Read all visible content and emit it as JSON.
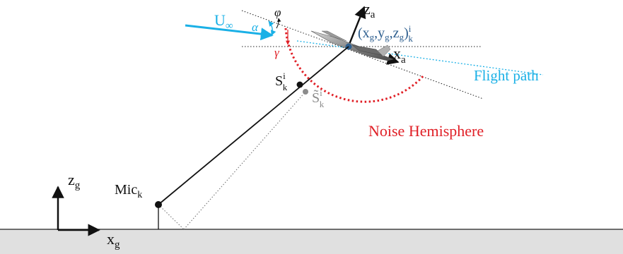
{
  "colors": {
    "cyan": "#1ab0e6",
    "red": "#e01f26",
    "blue_label": "#2e5f8f",
    "gray": "#8c8c8c",
    "black": "#111111",
    "ground": "#e0e0e0"
  },
  "labels": {
    "u_main": "U",
    "u_sub": "∞",
    "alpha": "α",
    "phi": "φ",
    "gamma": "γ",
    "za_main": "z",
    "za_sub": "a",
    "xa_main": "x",
    "xa_sub": "a",
    "coord_text": "(x",
    "coord_g1": "g",
    "coord_comma1": ",y",
    "coord_g2": "g",
    "coord_comma2": ",z",
    "coord_g3": "g",
    "coord_close": ")",
    "coord_sup": "i",
    "coord_sub": "k",
    "s_main": "S",
    "s_sup": "i",
    "s_sub": "k",
    "stilde_main": "S̃",
    "stilde_sup": "i",
    "stilde_sub": "k",
    "flight_path": "Flight path",
    "noise_hemisphere": "Noise Hemisphere",
    "mic_main": "Mic",
    "mic_sub": "k",
    "zg_main": "z",
    "zg_sub": "g",
    "xg_main": "x",
    "xg_sub": "g"
  },
  "icons": [
    "aircraft-icon",
    "microphone-point-icon",
    "source-point-icon"
  ]
}
